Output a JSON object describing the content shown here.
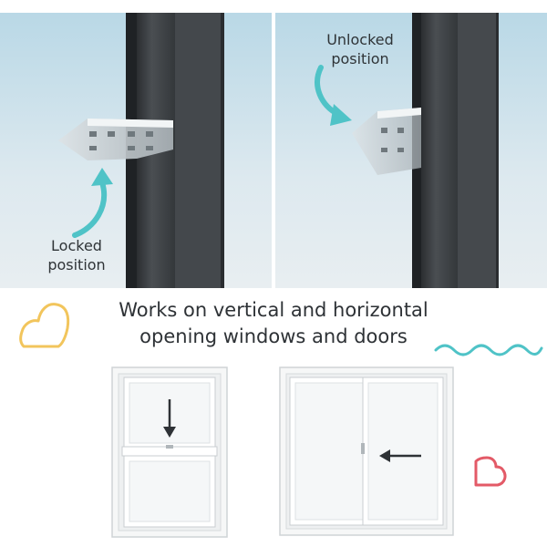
{
  "labels": {
    "locked": [
      "Locked",
      "position"
    ],
    "unlocked": [
      "Unlocked",
      "position"
    ]
  },
  "caption": {
    "line1": "Works on vertical and horizontal",
    "line2": "opening windows and doors"
  },
  "colors": {
    "teal": "#4fc3c7",
    "yellow": "#f2c55c",
    "red": "#e35a67",
    "frame": "#3b3f43",
    "window_white": "#f4f5f5"
  },
  "icons": [
    "heart-outline-yellow",
    "heart-outline-red",
    "wave-line-teal",
    "down-arrow",
    "left-arrow"
  ]
}
